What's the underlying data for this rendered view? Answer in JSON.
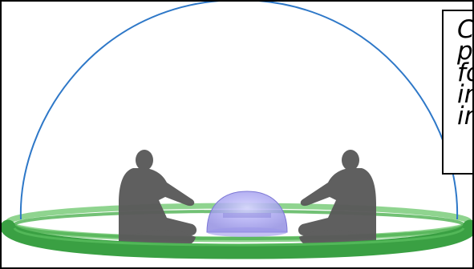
{
  "caption": {
    "lines": [
      "C",
      "p",
      "fo",
      "in",
      "in"
    ]
  },
  "colors": {
    "dome_outline": "#2e78c8",
    "ring_green": "#3aa043",
    "ring_light": "#8fd48f",
    "figure_gray": "#5a5a5a",
    "small_dome": "#a9a7f0"
  },
  "icons": {
    "left_person": "seated-person-icon",
    "right_person": "seated-person-icon",
    "center_object": "small-dome-icon"
  }
}
